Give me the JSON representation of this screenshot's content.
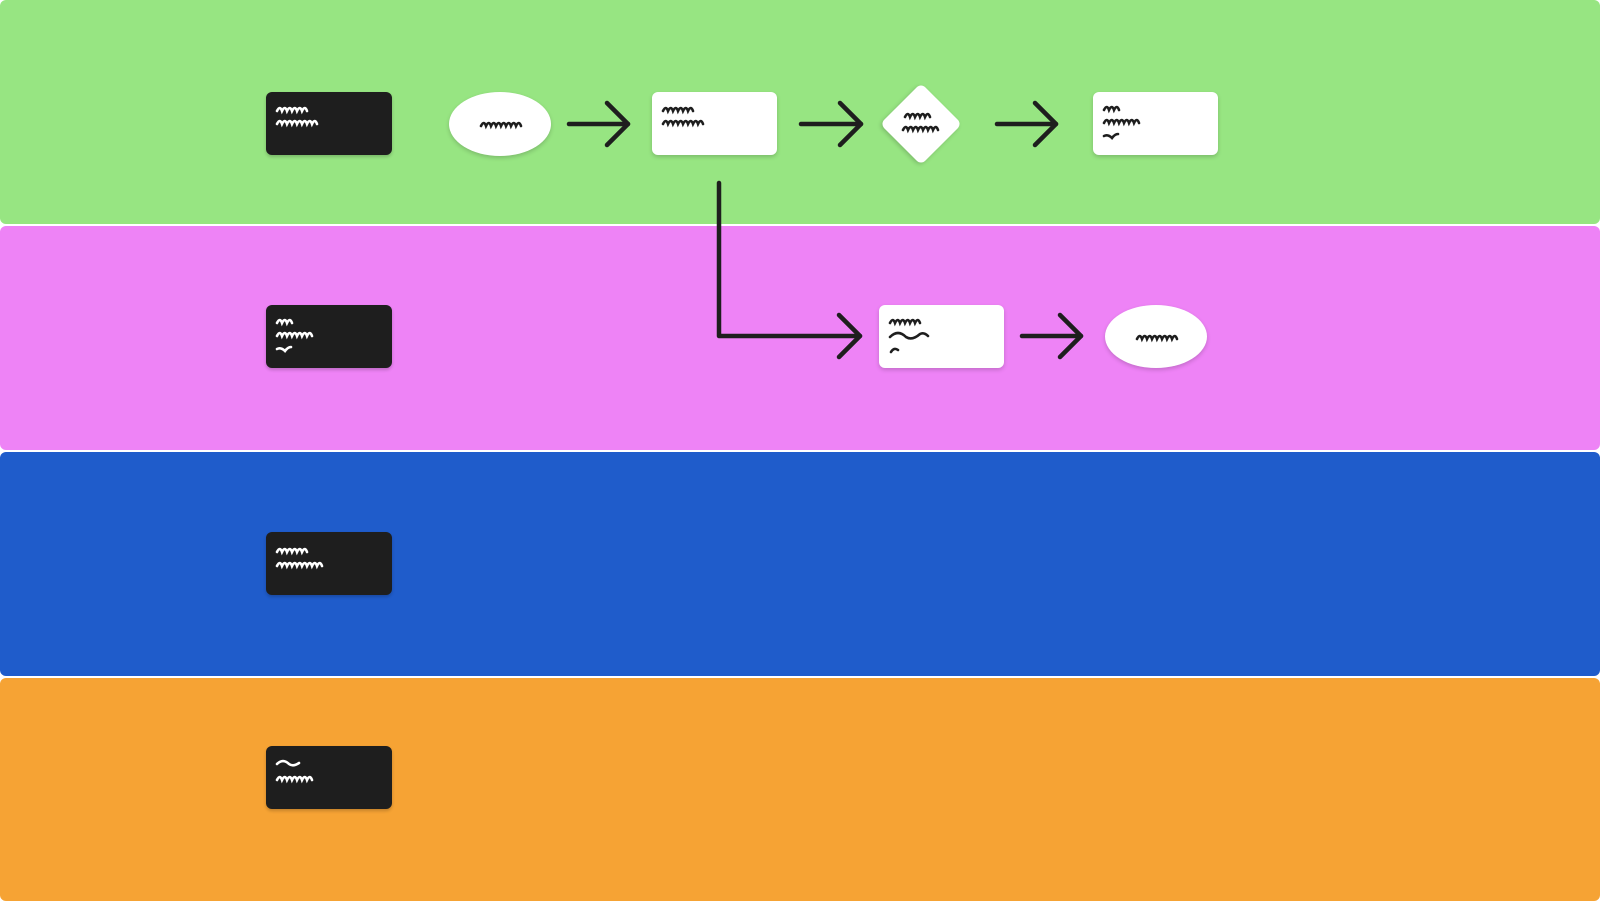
{
  "colors": {
    "lane_1": "#97e582",
    "lane_2": "#ee83f6",
    "lane_3": "#1f5ccb",
    "lane_4": "#f6a334",
    "lane_label_bg": "#1e1e1e",
    "node_bg": "#ffffff",
    "connector": "#1e1e1e"
  },
  "lanes": [
    {
      "id": "lane-1",
      "label_text": ""
    },
    {
      "id": "lane-2",
      "label_text": ""
    },
    {
      "id": "lane-3",
      "label_text": ""
    },
    {
      "id": "lane-4",
      "label_text": ""
    }
  ],
  "nodes": [
    {
      "id": "start-ellipse",
      "shape": "ellipse",
      "lane": 1,
      "text": ""
    },
    {
      "id": "process-1",
      "shape": "rectangle",
      "lane": 1,
      "text": ""
    },
    {
      "id": "decision",
      "shape": "diamond",
      "lane": 1,
      "text": ""
    },
    {
      "id": "process-2",
      "shape": "rectangle",
      "lane": 1,
      "text": ""
    },
    {
      "id": "process-3",
      "shape": "rectangle",
      "lane": 2,
      "text": ""
    },
    {
      "id": "end-ellipse",
      "shape": "ellipse",
      "lane": 2,
      "text": ""
    }
  ],
  "edges": [
    {
      "from": "start-ellipse",
      "to": "process-1"
    },
    {
      "from": "process-1",
      "to": "decision"
    },
    {
      "from": "decision",
      "to": "process-2"
    },
    {
      "from": "process-1",
      "to": "process-3"
    },
    {
      "from": "process-3",
      "to": "end-ellipse"
    }
  ]
}
